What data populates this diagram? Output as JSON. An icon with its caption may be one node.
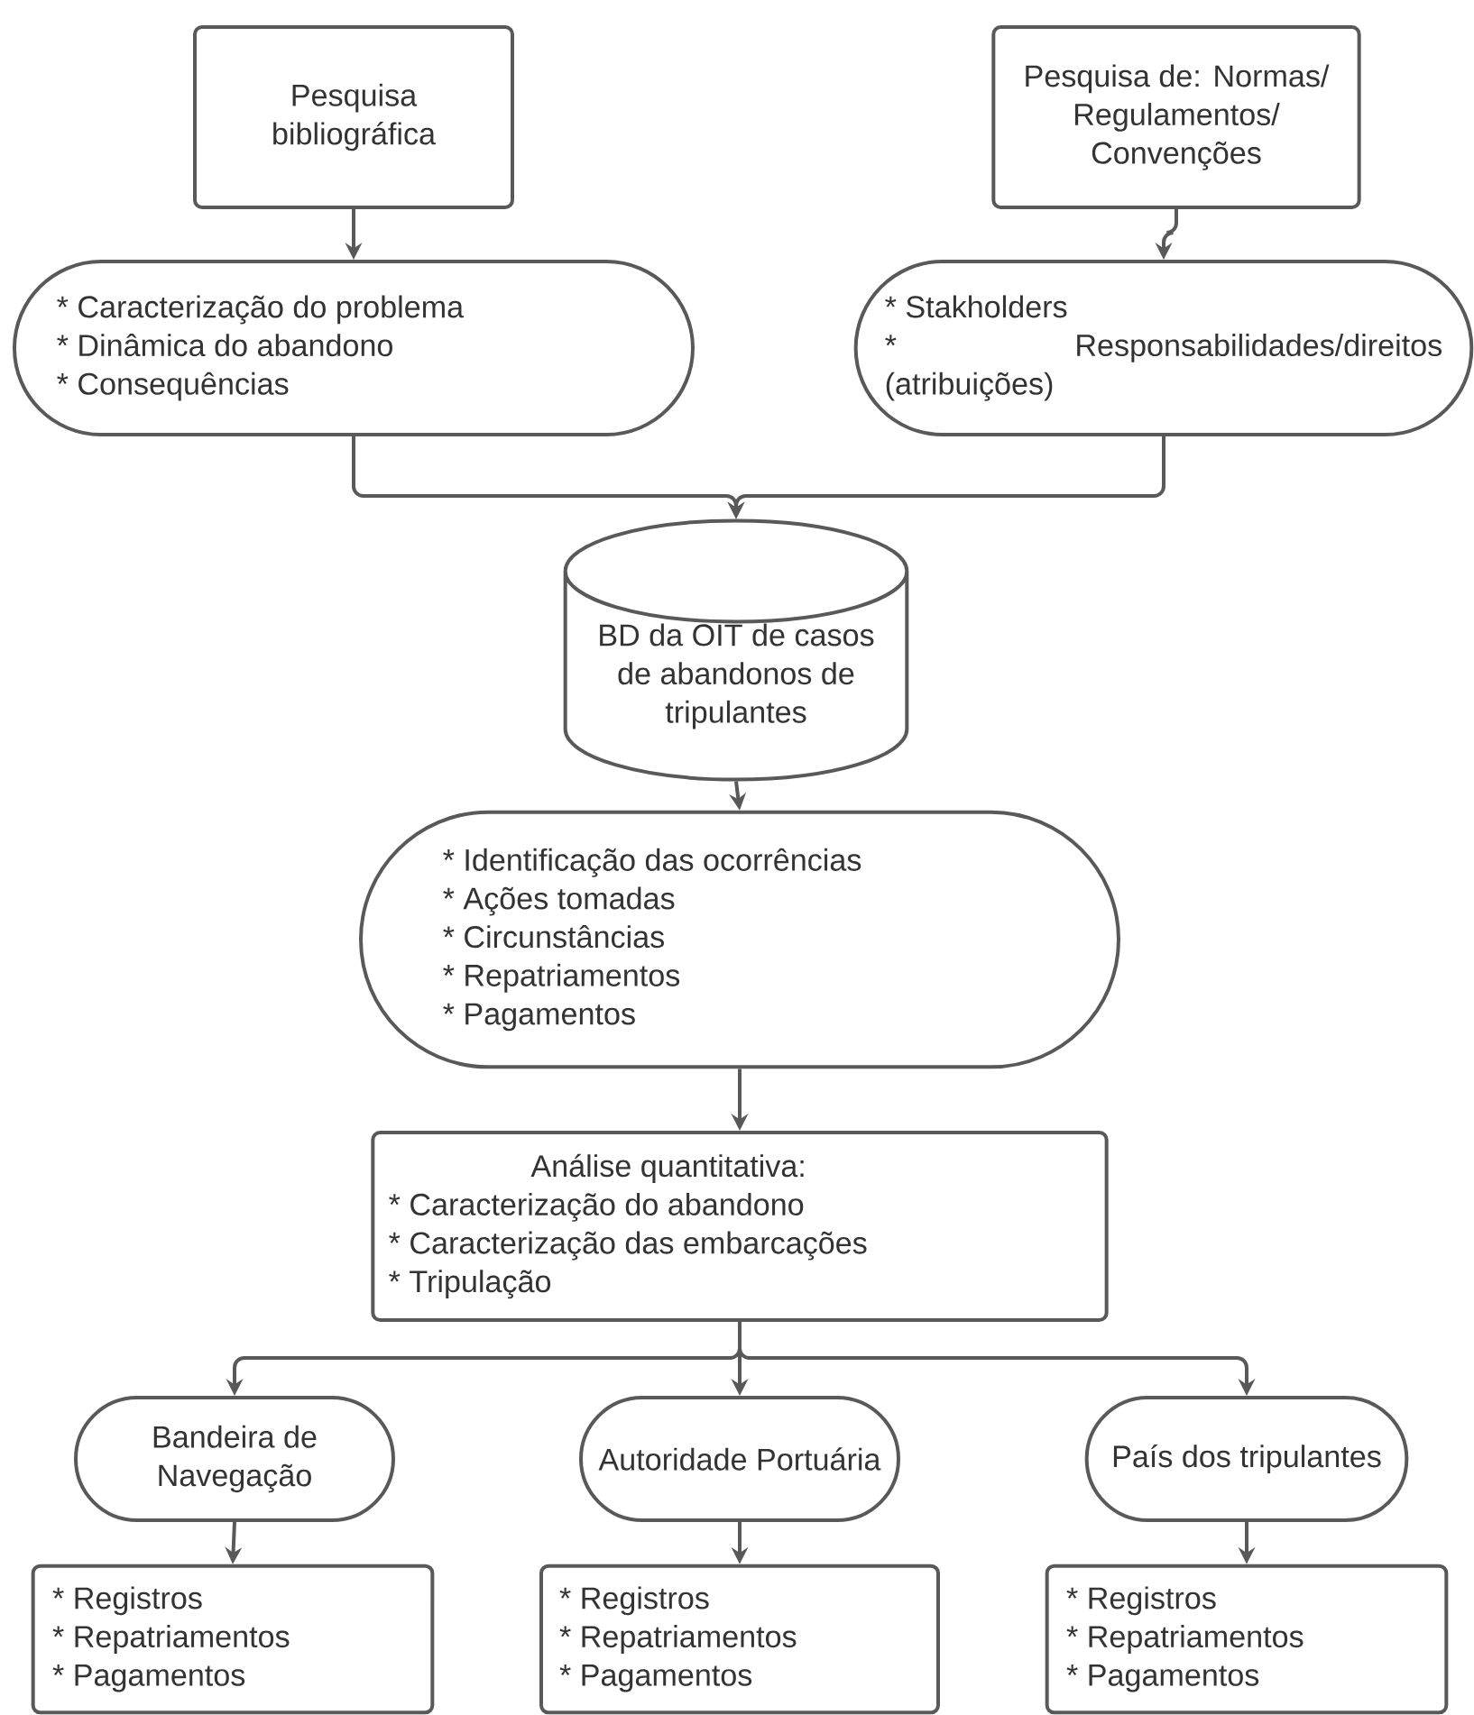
{
  "diagram": {
    "nodes": [
      {
        "text": [
          "Pesquisa bibliográfica"
        ]
      },
      {
        "text": [
          "Pesquisa de: Normas/ Regulamentos/ Convenções"
        ]
      },
      {
        "text": [
          "* Caracterização do problema",
          "* Dinâmica do abandono",
          "* Consequências"
        ]
      },
      {
        "text": [
          "* Stakholders",
          "* Responsabilidades/direitos (atribuições)"
        ]
      },
      {
        "text": [
          "BD da OIT de casos de abandonos de tripulantes"
        ]
      },
      {
        "text": [
          "* Identificação das ocorrências",
          "* Ações tomadas",
          "* Circunstâncias",
          "* Repatriamentos",
          "* Pagamentos"
        ]
      },
      {
        "text": [
          "Análise quantitativa:",
          "* Caracterização do abandono",
          "* Caracterização das embarcações",
          "* Tripulação"
        ]
      },
      {
        "text": [
          "Bandeira de Navegação"
        ]
      },
      {
        "text": [
          "Autoridade Portuária"
        ]
      },
      {
        "text": [
          "País dos tripulantes"
        ]
      },
      {
        "text": [
          "* Registros",
          "* Repatriamentos",
          "* Pagamentos"
        ]
      },
      {
        "text": [
          "* Registros",
          "* Repatriamentos",
          "* Pagamentos"
        ]
      },
      {
        "text": [
          "* Registros",
          "* Repatriamentos",
          "* Pagamentos"
        ]
      }
    ],
    "edges": [
      {
        "from": 0,
        "to": 2,
        "arrow": "to"
      },
      {
        "from": 1,
        "to": 3,
        "arrow": "to"
      },
      {
        "from": 2,
        "to": 4,
        "arrow": "to"
      },
      {
        "from": 3,
        "to": 4,
        "arrow": "to"
      },
      {
        "from": 4,
        "to": 5,
        "arrow": "to"
      },
      {
        "from": 5,
        "to": 6,
        "arrow": "to"
      },
      {
        "from": 6,
        "to": 7,
        "arrow": "to"
      },
      {
        "from": 6,
        "to": 8,
        "arrow": "to"
      },
      {
        "from": 6,
        "to": 9,
        "arrow": "to"
      },
      {
        "from": 7,
        "to": 10,
        "arrow": "to"
      },
      {
        "from": 8,
        "to": 11,
        "arrow": "to"
      },
      {
        "from": 9,
        "to": 12,
        "arrow": "to"
      }
    ]
  }
}
